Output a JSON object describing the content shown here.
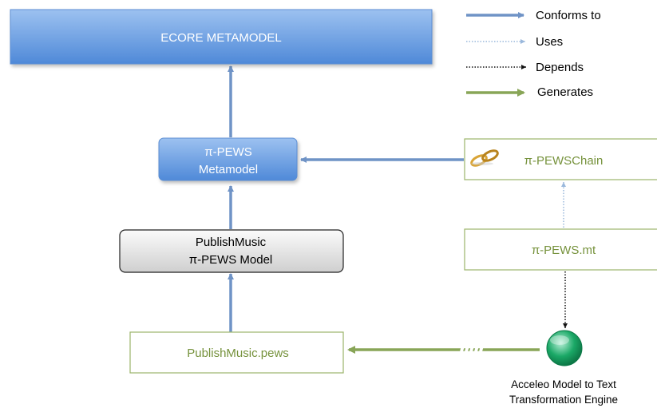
{
  "nodes": {
    "ecore": {
      "label": "ECORE METAMODEL"
    },
    "pews_metamodel": {
      "line1": "π-PEWS",
      "line2": "Metamodel"
    },
    "publishmusic_model": {
      "line1": "PublishMusic",
      "line2": "π-PEWS Model"
    },
    "publishmusic_pews": {
      "label": "PublishMusic.pews"
    },
    "pewschain": {
      "label": "π-PEWSChain",
      "icon": "chain-link-icon"
    },
    "pews_mt": {
      "label": "π-PEWS.mt"
    },
    "acceleo": {
      "line1": "Acceleo Model to Text",
      "line2": "Transformation Engine",
      "icon": "acceleo-engine-icon"
    }
  },
  "legend": {
    "conforms": "Conforms to",
    "uses": "Uses",
    "depends": "Depends",
    "generates": "Generates"
  },
  "colors": {
    "conforms": "#6f93c6",
    "uses": "#9ab8dc",
    "depends": "#111111",
    "generates": "#88a557",
    "blue_fill_top": "#8fb7ec",
    "blue_fill_bottom": "#4a86d6",
    "green_border": "#9bb56a",
    "green_text": "#76923c",
    "gray_fill": "#dcdcdc"
  }
}
